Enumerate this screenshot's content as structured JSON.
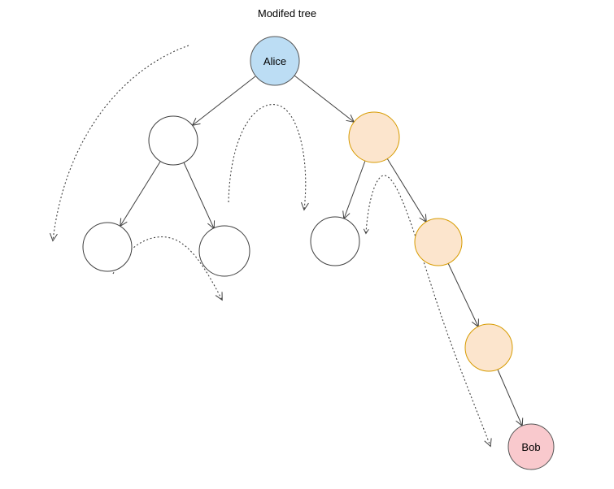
{
  "diagram": {
    "title": "Modifed tree",
    "colors": {
      "line": "#3f3f3f",
      "blue_fill": "#bcddf4",
      "orange_fill": "#fce5cd",
      "orange_stroke": "#d79b00",
      "pink_fill": "#f9c9cd",
      "white_fill": "#ffffff",
      "dark_stroke": "#565656"
    },
    "nodes": [
      {
        "id": "alice",
        "label": "Alice",
        "fill": "#bcddf4",
        "stroke": "#565656"
      },
      {
        "id": "left-child",
        "label": "",
        "fill": "#ffffff",
        "stroke": "#3f3f3f"
      },
      {
        "id": "left-left-leaf",
        "label": "",
        "fill": "#ffffff",
        "stroke": "#3f3f3f"
      },
      {
        "id": "left-right-leaf",
        "label": "",
        "fill": "#ffffff",
        "stroke": "#3f3f3f"
      },
      {
        "id": "right-child",
        "label": "",
        "fill": "#fce5cd",
        "stroke": "#d79b00"
      },
      {
        "id": "right-left-leaf",
        "label": "",
        "fill": "#ffffff",
        "stroke": "#3f3f3f"
      },
      {
        "id": "right-right-1",
        "label": "",
        "fill": "#fce5cd",
        "stroke": "#d79b00"
      },
      {
        "id": "right-right-2",
        "label": "",
        "fill": "#fce5cd",
        "stroke": "#d79b00"
      },
      {
        "id": "bob",
        "label": "Bob",
        "fill": "#f9c9cd",
        "stroke": "#565656"
      }
    ]
  }
}
